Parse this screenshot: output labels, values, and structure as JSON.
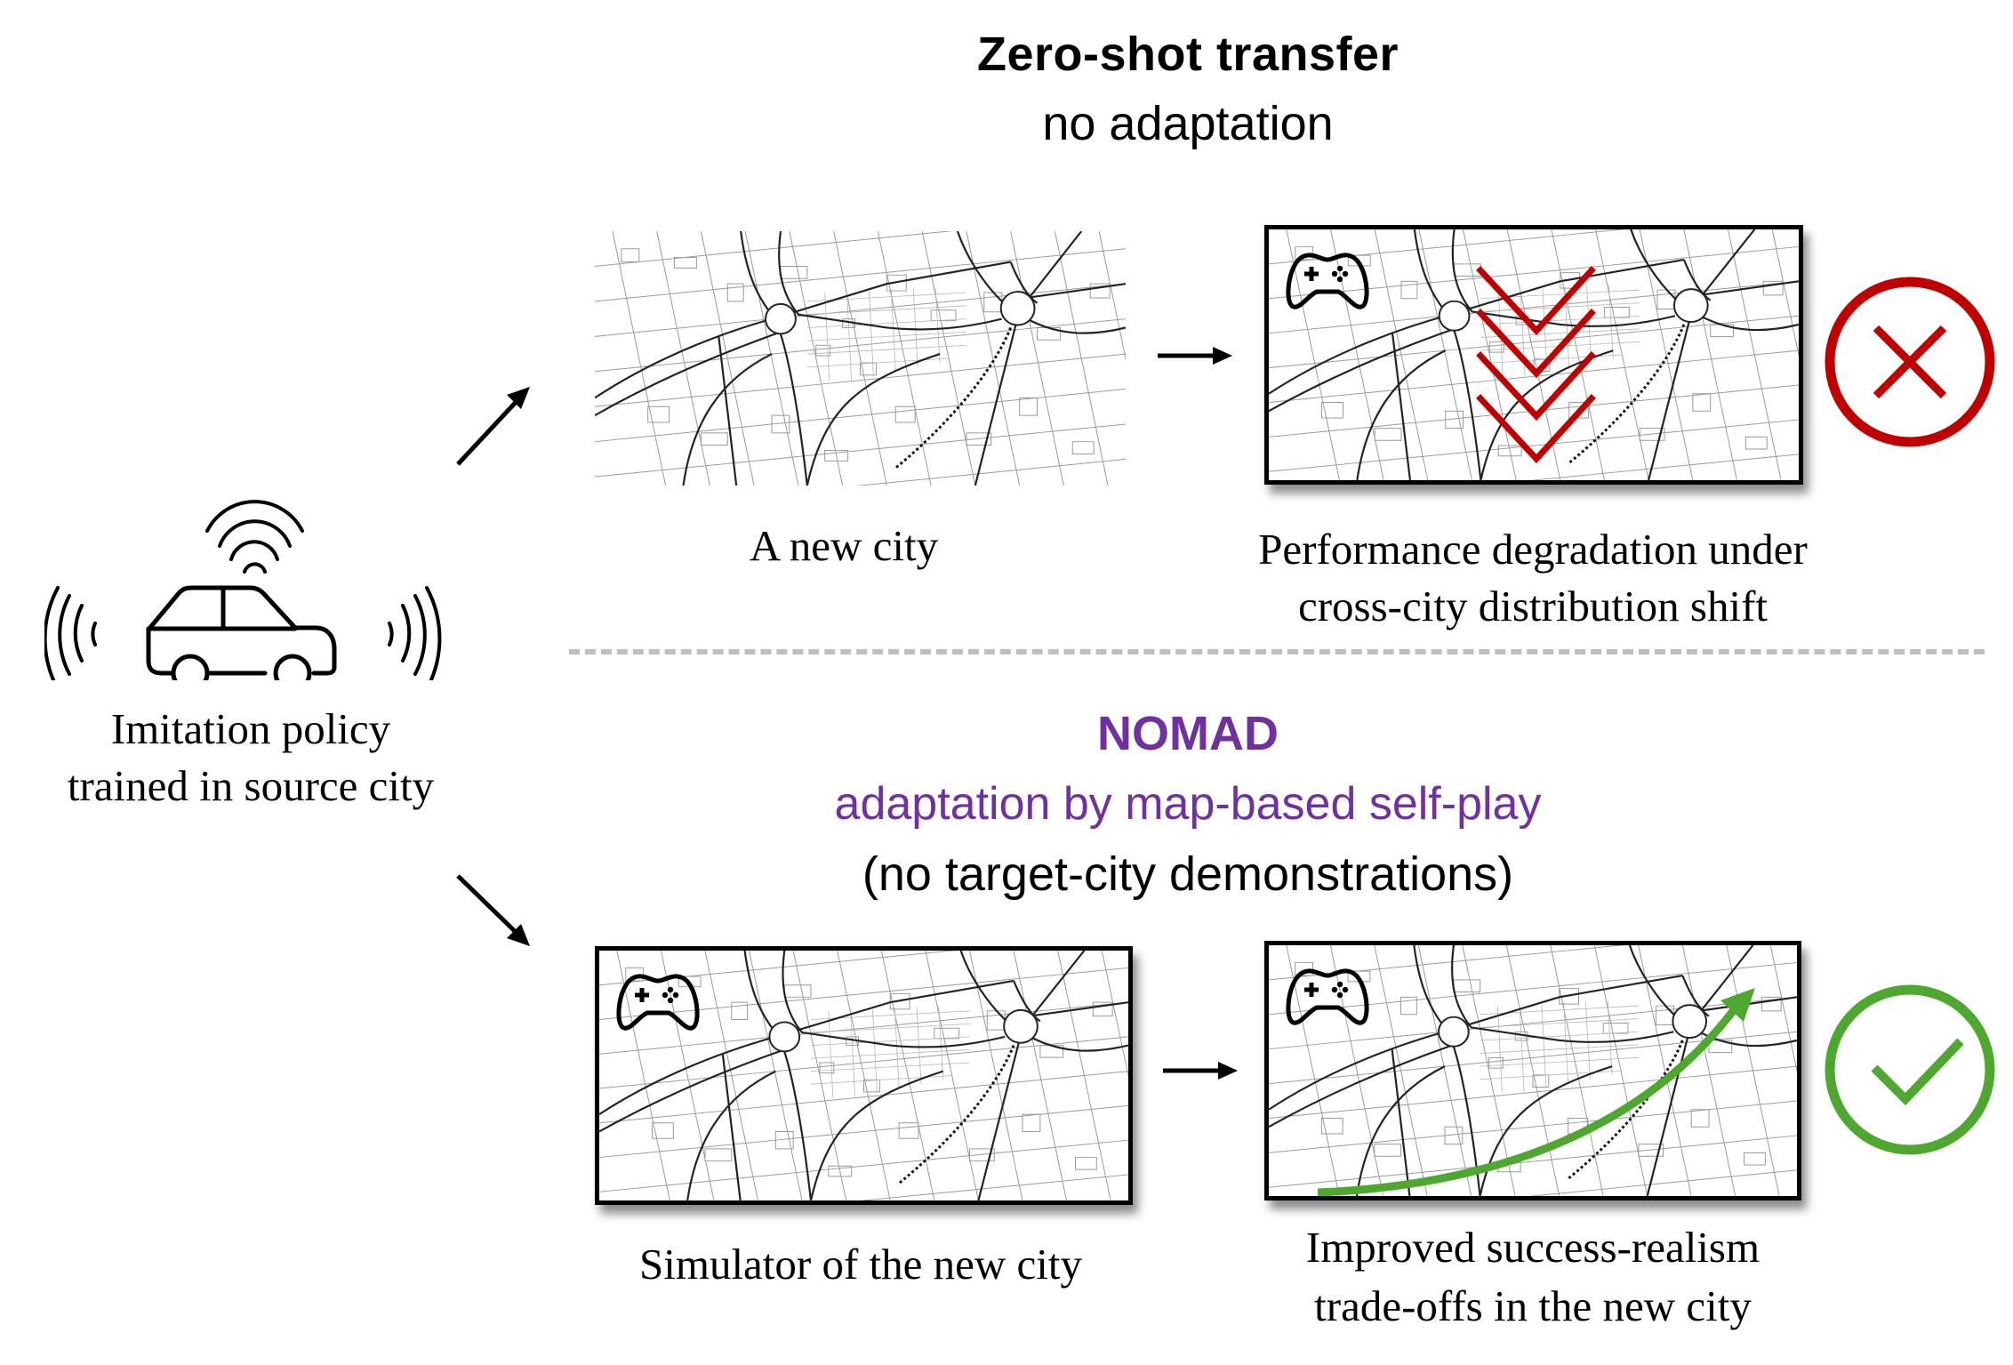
{
  "top_section": {
    "title": "Zero-shot transfer",
    "subtitle": "no adaptation",
    "panel_left_caption": "A new city",
    "panel_right_caption_lines": [
      "Performance degradation under",
      "cross-city distribution shift"
    ],
    "result_icon": "cross-circle-icon"
  },
  "bottom_section": {
    "title": "NOMAD",
    "subtitle": "adaptation by map-based self-play",
    "note": "(no target-city demonstrations)",
    "panel_left_caption": "Simulator of the new city",
    "panel_right_caption_lines": [
      "Improved success-realism",
      "trade-offs in the new city"
    ],
    "result_icon": "check-circle-icon"
  },
  "source": {
    "caption_lines": [
      "Imitation policy",
      "trained in source city"
    ],
    "icon": "connected-car-icon"
  },
  "icons": {
    "gamepad": "gamepad-icon",
    "map": "city-map-icon",
    "degradation": "chevrons-down-icon",
    "improvement": "curved-arrow-up-icon"
  },
  "colors": {
    "purple": "#7030A0",
    "red": "#C00000",
    "green": "#4EA72E",
    "divider": "#BFBFBF"
  }
}
